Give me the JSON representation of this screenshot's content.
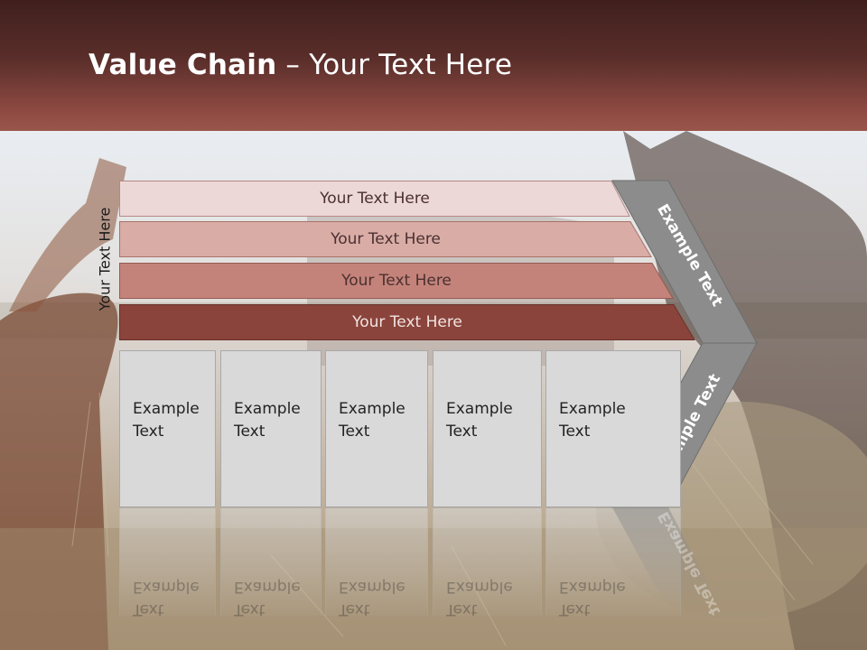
{
  "slide": {
    "title_bold": "Value Chain",
    "title_sep": " – ",
    "title_rest": "Your Text Here"
  },
  "side_label": "Your Text Here",
  "bars": [
    {
      "label": "Your Text Here",
      "color": "#ecd8d6"
    },
    {
      "label": "Your Text Here",
      "color": "#d9aca6"
    },
    {
      "label": "Your Text Here",
      "color": "#c4837a"
    },
    {
      "label": "Your Text Here",
      "color": "#8a443b"
    }
  ],
  "chevrons": {
    "upper": "Example Text",
    "lower": "Example Text",
    "color": "#8c8c8c"
  },
  "boxes": [
    {
      "line1": "Example",
      "line2": "Text"
    },
    {
      "line1": "Example",
      "line2": "Text"
    },
    {
      "line1": "Example",
      "line2": "Text"
    },
    {
      "line1": "Example",
      "line2": "Text"
    },
    {
      "line1": "Example",
      "line2": "Text"
    }
  ],
  "colors": {
    "header_dark": "#3f1f1d",
    "header_light": "#9a554b",
    "box_fill": "#d9d9d9",
    "chevron": "#8c8c8c"
  }
}
